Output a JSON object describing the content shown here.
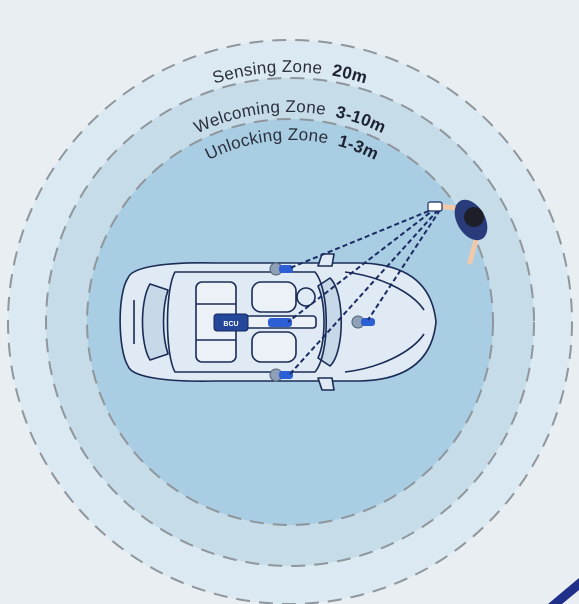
{
  "zones": {
    "sensing": {
      "name": "Sensing Zone",
      "range": "20m"
    },
    "welcoming": {
      "name": "Welcoming Zone",
      "range": "3-10m"
    },
    "unlocking": {
      "name": "Unlocking Zone",
      "range": "1-3m"
    }
  },
  "vehicle": {
    "module_label": "BCU"
  },
  "colors": {
    "background": "#e9eef2",
    "sensing_fill": "#dbe9f2",
    "welcoming_fill": "#c6dde9",
    "unlocking_fill": "#a9cde3",
    "dashed_stroke": "#8f969c",
    "car_line": "#1a2c55",
    "anchor_blue": "#2c5fd6",
    "signal_line": "#1b2b64"
  }
}
